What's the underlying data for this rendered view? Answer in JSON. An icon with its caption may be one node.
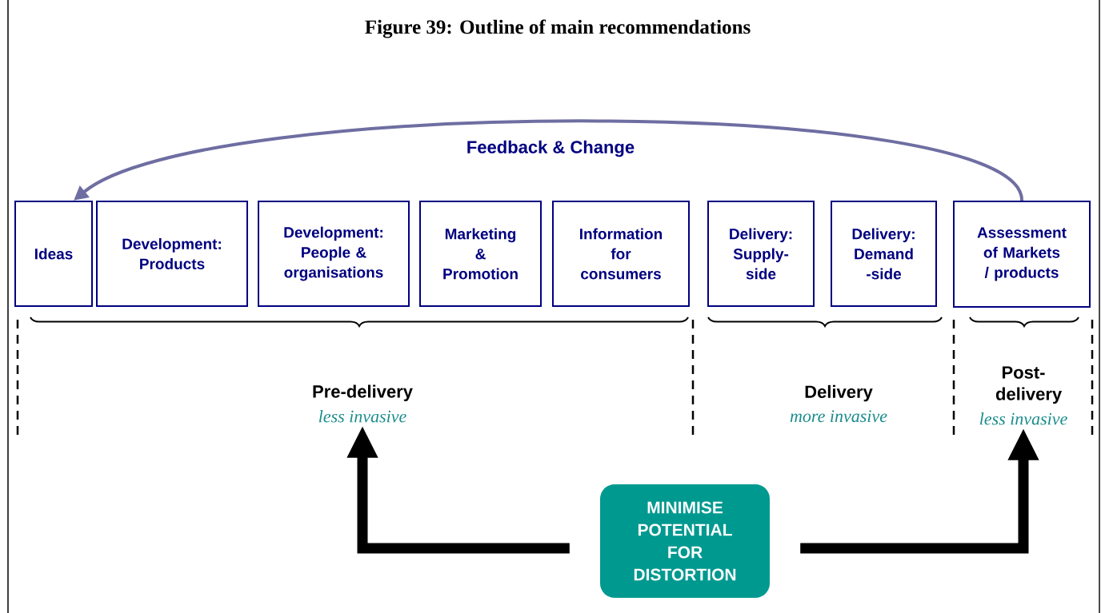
{
  "diagram": {
    "title": "Figure 39: Outline of main recommendations",
    "nodes": [
      {
        "text": [
          "Ideas"
        ]
      },
      {
        "text": [
          "Development: Products"
        ]
      },
      {
        "text": [
          "Development: People & organisations"
        ]
      },
      {
        "text": [
          "Marketing & Promotion"
        ]
      },
      {
        "text": [
          "Information for consumers"
        ]
      },
      {
        "text": [
          "Delivery: Supply-side"
        ]
      },
      {
        "text": [
          "Delivery: Demand -side"
        ]
      },
      {
        "text": [
          "Assessment of Markets / products"
        ]
      },
      {
        "text": [
          "Pre-delivery",
          "less invasive"
        ]
      },
      {
        "text": [
          "Delivery",
          "more invasive"
        ]
      },
      {
        "text": [
          "Post-delivery",
          "less invasive"
        ]
      },
      {
        "text": [
          "MINIMISE POTENTIAL FOR DISTORTION"
        ]
      }
    ],
    "edges": [
      {
        "from": 7,
        "to": 0,
        "arrow": "to",
        "label": "Feedback & Change",
        "color": "#6e6ea2"
      },
      {
        "from": 11,
        "to": 8,
        "arrow": "to"
      },
      {
        "from": 11,
        "to": 10,
        "arrow": "to"
      }
    ]
  }
}
